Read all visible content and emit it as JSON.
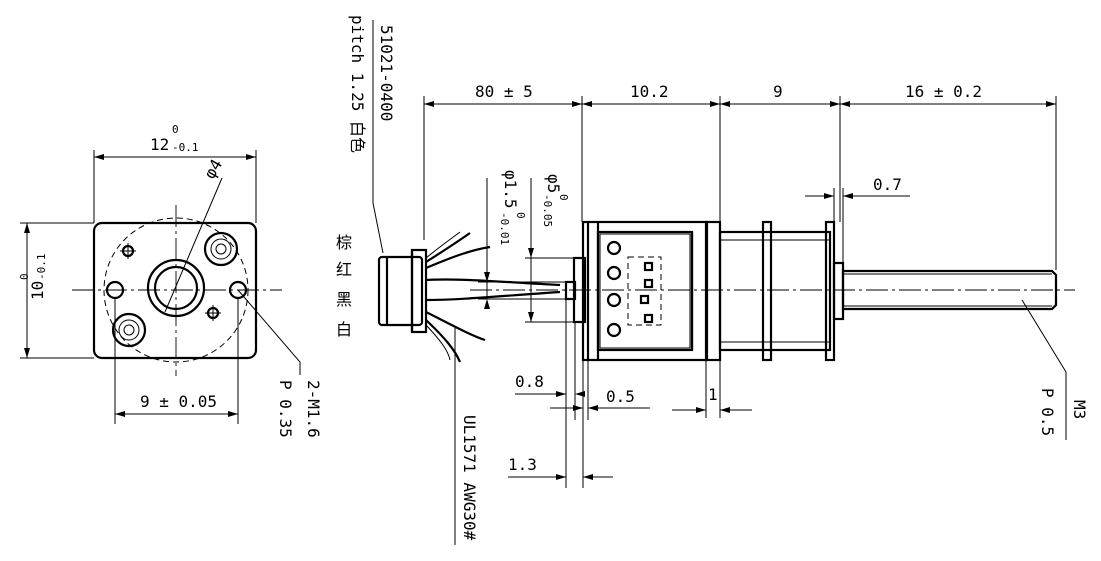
{
  "front_view": {
    "width": "12",
    "width_tol_upper": "0",
    "width_tol_lower": "-0.1",
    "height": "10",
    "height_tol_upper": "0",
    "height_tol_lower": "-0.1",
    "hole_spacing": "9 ± 0.05",
    "shaft_dia": "φ4",
    "thread_spec": "2-M1.6",
    "thread_pitch": "P 0.35"
  },
  "connector": {
    "part_no": "51021-0400",
    "pitch_note": "pitch 1.25 白色",
    "wire_colors": [
      "棕",
      "红",
      "黑",
      "白"
    ],
    "cable_spec": "UL1571 AWG30#"
  },
  "side_view": {
    "lead_length": "80 ± 5",
    "motor_length": "10.2",
    "gearbox_length": "9",
    "shaft_length": "16 ± 0.2",
    "washer_thickness": "0.7",
    "boss_dia": "φ5",
    "boss_tol_upper": "0",
    "boss_tol_lower": "-0.05",
    "rear_shaft_dia": "φ1.5",
    "rear_shaft_tol_upper": "0",
    "rear_shaft_tol_lower": "-0.01",
    "rear_boss_length": "0.8",
    "rear_plate_gap": "0.5",
    "flange_thickness": "1",
    "rear_shaft_length": "1.3",
    "shaft_thread": "M3",
    "shaft_thread_pitch": "P 0.5"
  }
}
